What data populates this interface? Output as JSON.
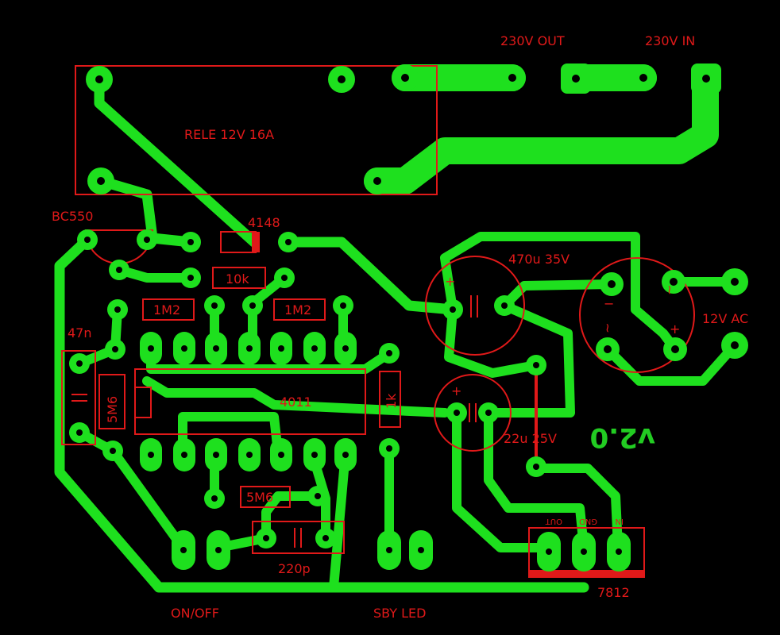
{
  "labels": {
    "relay": "RELE 12V 16A",
    "out230": "230V OUT",
    "in230": "230V IN",
    "transistor": "BC550",
    "diode": "4148",
    "r10k": "10k",
    "r1m2a": "1M2",
    "r1m2b": "1M2",
    "cap47n": "47n",
    "r5m6v": "5M6",
    "ic": "4011",
    "r1k": "1k",
    "r5m6h": "5M6",
    "cap220p": "220p",
    "cap470u": "470u 35V",
    "cap22u": "22u 25V",
    "ac12": "12V AC",
    "regulator": "7812",
    "pin_out": "OUT",
    "pin_gnd": "GND",
    "pin_in": "IN",
    "onoff": "ON/OFF",
    "sbyled": "SBY LED",
    "version": "v2.0",
    "plus1": "+",
    "plus2": "+",
    "minus": "−",
    "plus3": "+",
    "tilde1": "~",
    "tilde2": "~"
  },
  "colors": {
    "copper": "#1ee01e",
    "silkscreen": "#e01919",
    "background": "#000000"
  }
}
